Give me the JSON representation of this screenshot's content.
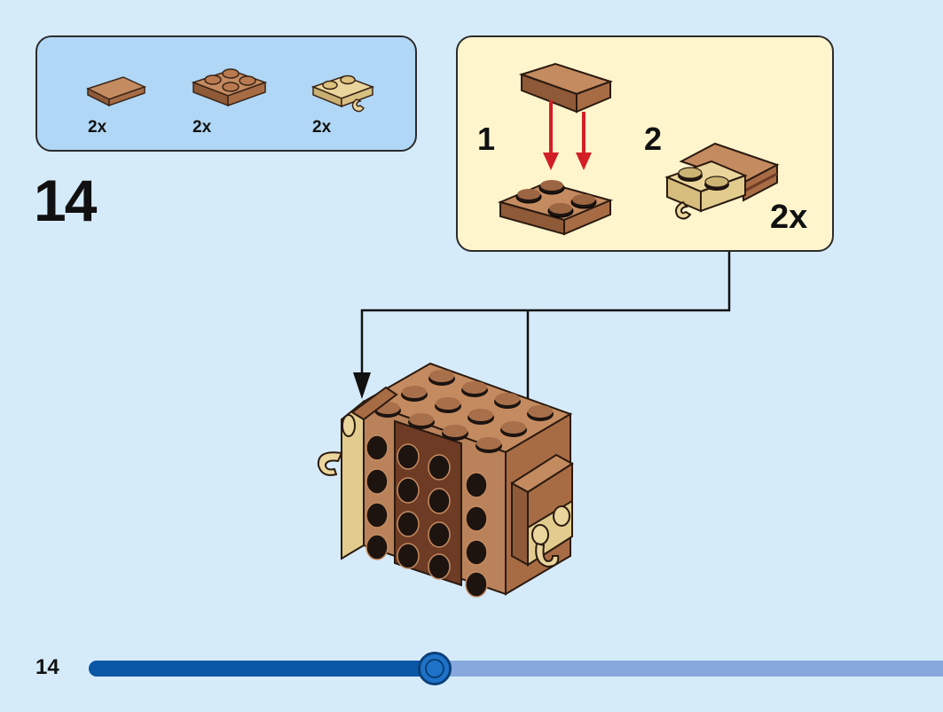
{
  "parts_list": {
    "items": [
      {
        "name": "tile-1x2-brown",
        "qty": "2x"
      },
      {
        "name": "plate-2x2-brown",
        "qty": "2x"
      },
      {
        "name": "plate-clip-tan",
        "qty": "2x"
      }
    ]
  },
  "step": {
    "number": "14"
  },
  "callout": {
    "sub_steps": [
      "1",
      "2"
    ],
    "multiplier": "2x"
  },
  "footer": {
    "page_number": "14"
  },
  "progress": {
    "fraction": 0.405
  },
  "colors": {
    "background": "#d6ebfa",
    "parts_box": "#b0d7f5",
    "callout": "#fff5cd",
    "brick_brown": "#b9825a",
    "dark_brown": "#6e3b24",
    "tan": "#e9d59b",
    "arrow_red": "#d21f26",
    "progress_fill": "#0a57a6",
    "progress_track": "#86a8dd"
  }
}
